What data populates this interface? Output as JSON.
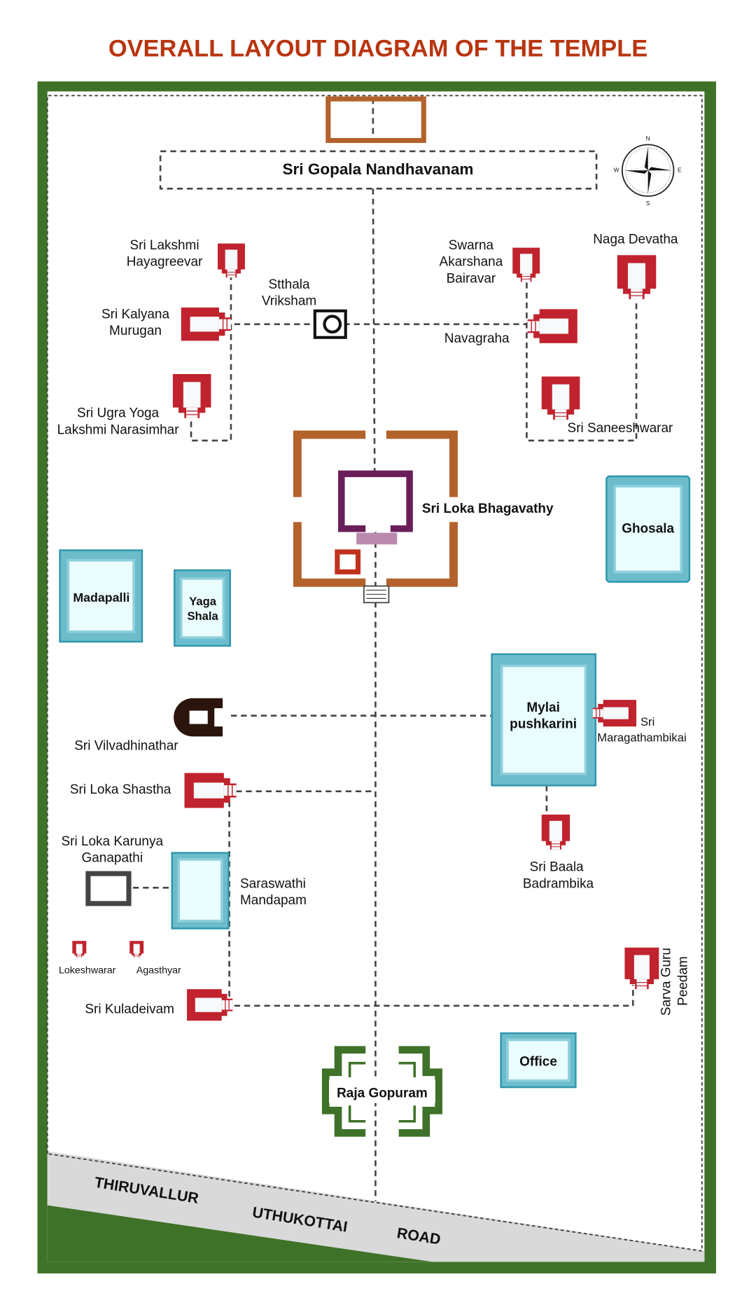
{
  "title": "OVERALL  LAYOUT DIAGRAM OF THE TEMPLE",
  "colors": {
    "title": "#b8350f",
    "border": "#3e7228",
    "brown": "#b3622c",
    "shrine": "#c0232e",
    "purple": "#6b1f5a",
    "teal": "#2b95a9",
    "road": "#d9d9d9"
  },
  "compass": {
    "n": "N",
    "s": "S",
    "e": "E",
    "w": "W"
  },
  "garden": "Sri Gopala Nandhavanam",
  "shrines": {
    "hayagreevar": [
      "Sri Lakshmi",
      "Hayagreevar"
    ],
    "murugan": [
      "Sri Kalyana",
      "Murugan"
    ],
    "narasimhar": [
      "Sri Ugra Yoga",
      "Lakshmi Narasimhar"
    ],
    "vriksham": [
      "Stthala",
      "Vriksham"
    ],
    "bairavar": [
      "Swarna",
      "Akarshana",
      "Bairavar"
    ],
    "naga": "Naga Devatha",
    "navagraha": "Navagraha",
    "saneeshwarar": "Sri Saneeshwarar",
    "bhagavathy": "Sri Loka Bhagavathy",
    "vilvadhinathar": "Sri Vilvadhinathar",
    "shastha": "Sri Loka Shastha",
    "ganapathi": [
      "Sri Loka Karunya",
      "Ganapathi"
    ],
    "lokeshwarar": "Lokeshwarar",
    "agasthyar": "Agasthyar",
    "kuladeivam": "Sri Kuladeivam",
    "maragathambikai": [
      "Sri",
      "Maragathambikai"
    ],
    "badrambika": [
      "Sri Baala",
      "Badrambika"
    ],
    "sarvaguru": [
      "Sarva Guru",
      "Peedam"
    ]
  },
  "buildings": {
    "ghosala": "Ghosala",
    "madapalli": "Madapalli",
    "yagashala": [
      "Yaga",
      "Shala"
    ],
    "pushkarini": [
      "Mylai",
      "pushkarini"
    ],
    "saraswathi": [
      "Saraswathi",
      "Mandapam"
    ],
    "office": "Office",
    "gopuram": "Raja Gopuram"
  },
  "road": [
    "THIRUVALLUR",
    "UTHUKOTTAI",
    "ROAD"
  ]
}
